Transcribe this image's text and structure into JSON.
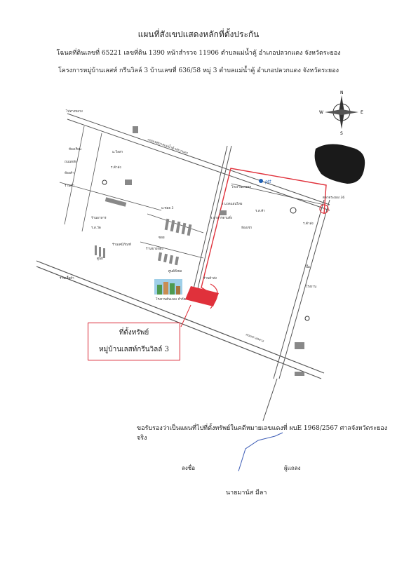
{
  "header": {
    "title": "แผนที่สังเขปแสดงหลักที่ตั้งประกัน",
    "line1": "โฉนดที่ดินเลขที่ 65221 เลขที่ดิน 1390 หน้าสำรวจ 11906 ตำบลแม่น้ำคู้ อำเภอปลวกแดง จังหวัดระยอง",
    "line2": "โครงการหมู่บ้านเลสท์ กรีนวิลล์ 3  บ้านเลขที่ 636/58  หมู่ 3  ตำบลแม่น้ำคู้ อำเภอปลวกแดง จังหวัดระยอง"
  },
  "map": {
    "roads": {
      "top_road": "ถนนเทศบาลแม่น้ำคู้-ปลวกแดง",
      "bottom_road": "ถนนทางหลวง",
      "left_top": "ไปทางหลวง"
    },
    "pins": {
      "ptt": "ptt",
      "school": "โรงเรียน",
      "market": "ตลาดระยอง 36"
    },
    "landmarks": {
      "lm1": "ห้องเรียน",
      "lm2": "ถนนหลัก",
      "lm3": "ห้องค้า",
      "lm4": "ร้านค้า",
      "lm5": "ม.วิลล่า",
      "lm6": "ร.ค้าส่ง",
      "lm7": "ร้านอาหาร",
      "lm8": "ร.ส.วัด",
      "lm9": "ร้านเคมีภัณฑ์",
      "lm10": "ศูนย์",
      "lm11": "ร้านเสื้อผ้า",
      "lm12": "ม.ซอย 3",
      "lm13": "ร้านขายของ",
      "lm14": "ศูนย์ดีเซล",
      "lm15": "โรงงานเกษตร",
      "lm16": "ร.นวดแผนไทย",
      "lm17": "ร.อาหารตามสั่ง",
      "lm18": "ห้องเช่า",
      "lm19": "ซอย",
      "lm20": "ร.ส.ค้า",
      "lm21": "ร.ค้าส่ง",
      "lm22": "ปั๊ม",
      "lm23": "โรงงาน",
      "lm24": "ร้านค้าส่ง"
    },
    "site_label": "โรงงานต้นแบบ จำกัด"
  },
  "property_box": {
    "label1": "ที่ตั้งทรัพย์",
    "label2": "หมู่บ้านเลสท์กรีนวิลล์ 3"
  },
  "certification": "ขอรับรองว่าเป็นแผนที่ไปที่ตั้งทรัพย์ในคดีหมายเลขแดงที่ ผบE 1968/2567 ศาลจังหวัดระยอง จริง",
  "signature": {
    "left": "ลงชื่อ",
    "right": "ผู้แถลง",
    "name": "นายมานัส  มีลา"
  },
  "colors": {
    "route": "#e0313b",
    "road": "#555555",
    "signature_ink": "#3b5bb5"
  },
  "compass_letters": {
    "n": "N",
    "s": "S",
    "e": "E",
    "w": "W"
  }
}
